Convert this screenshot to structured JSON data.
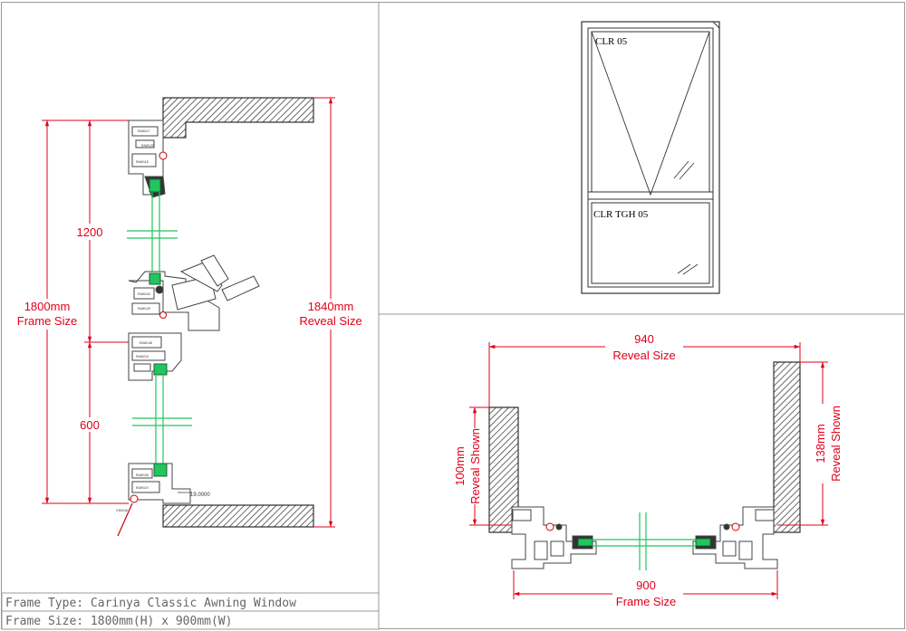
{
  "vertical_section": {
    "dim_1200": "1200",
    "dim_600": "600",
    "frame_size_value": "1800mm",
    "frame_size_label": "Frame Size",
    "reveal_size_value": "1840mm",
    "reveal_size_label": "Reveal Size",
    "dim_small": "19.0000"
  },
  "elevation": {
    "top_pane_label": "CLR 05",
    "bottom_pane_label": "CLR TGH 05"
  },
  "plan_section": {
    "reveal_size_value": "940",
    "reveal_size_label": "Reveal Size",
    "frame_size_value": "900",
    "frame_size_label": "Frame Size",
    "left_reveal_value": "100mm",
    "left_reveal_label": "Reveal Shown",
    "right_reveal_value": "138mm",
    "right_reveal_label": "Reveal Shown"
  },
  "title_block": {
    "frame_type": "Frame Type: Carinya Classic Awning Window",
    "frame_size": "Frame Size: 1800mm(H) x 900mm(W)"
  },
  "colors": {
    "dimension": "#e0001a",
    "glass": "#22c55e",
    "profile": "#444444",
    "wall_fill": "#555555"
  }
}
